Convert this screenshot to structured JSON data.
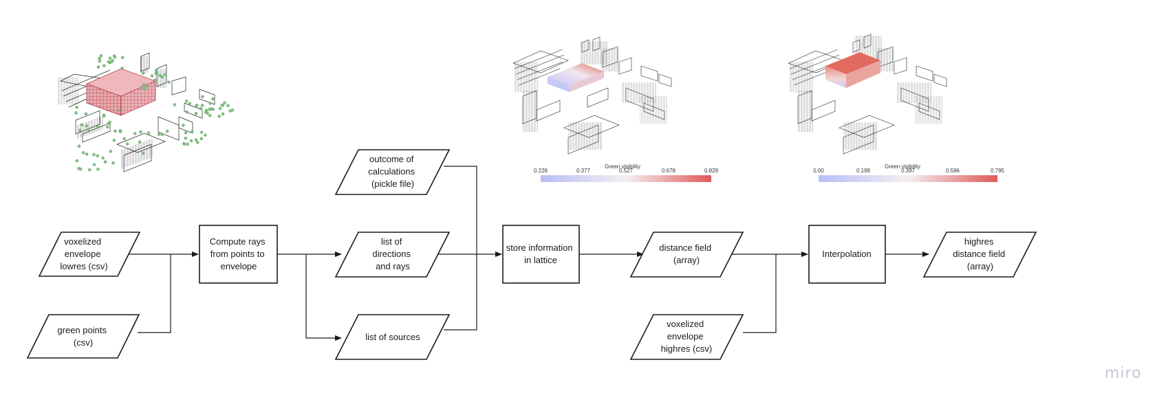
{
  "nodes": {
    "envelope_lowres": [
      "voxelized",
      "envelope",
      "lowres (csv)"
    ],
    "green_points": [
      "green points",
      "(csv)"
    ],
    "compute_rays": [
      "Compute rays",
      "from points to",
      "envelope"
    ],
    "outcome": [
      "outcome of",
      "calculations",
      "(pickle file)"
    ],
    "directions": [
      "list of",
      "directions",
      "and rays"
    ],
    "sources": [
      "list of sources"
    ],
    "store": [
      "store information",
      "in lattice"
    ],
    "distance_field": [
      "distance field",
      "(array)"
    ],
    "envelope_highres": [
      "voxelized",
      "envelope",
      "highres (csv)"
    ],
    "interpolation": [
      "Interpolation"
    ],
    "highres_field": [
      "highres",
      "distance field",
      "(array)"
    ]
  },
  "scales": [
    {
      "title": "Green visibility",
      "ticks": [
        "0.226",
        "0.377",
        "0.527",
        "0.678",
        "0.829"
      ]
    },
    {
      "title": "Green visibility",
      "ticks": [
        "0.00",
        "0.199",
        "0.397",
        "0.596",
        "0.795"
      ]
    }
  ],
  "colors": {
    "low": "#b8bef6",
    "mid": "#f3eff0",
    "high": "#e05a5a",
    "green": "#7fbf7f",
    "voxel": "#c84a57"
  },
  "watermark": "miro"
}
